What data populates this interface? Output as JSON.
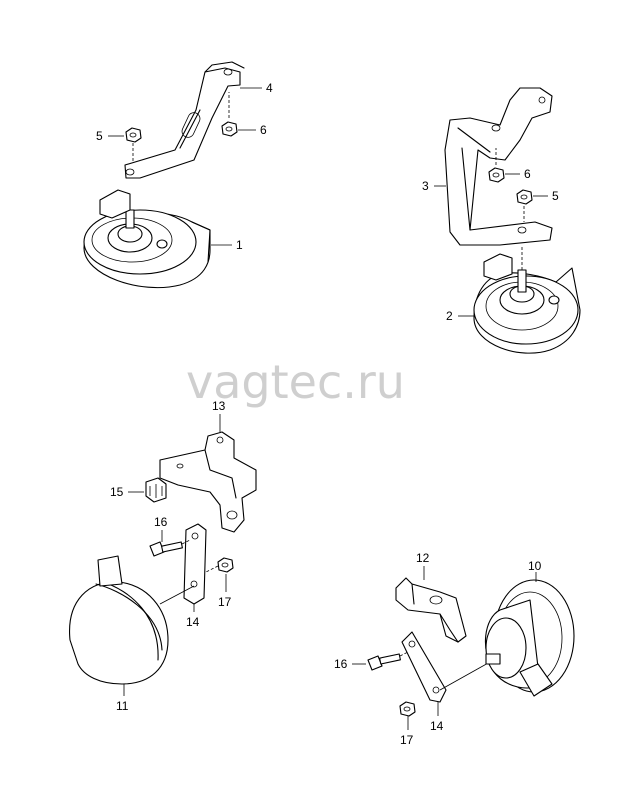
{
  "watermark": "vagtec.ru",
  "callouts": {
    "c1": "1",
    "c2": "2",
    "c3": "3",
    "c4": "4",
    "c5a": "5",
    "c6a": "6",
    "c6b": "6",
    "c5b": "5",
    "c13": "13",
    "c15": "15",
    "c16a": "16",
    "c17a": "17",
    "c14a": "14",
    "c11": "11",
    "c12": "12",
    "c10": "10",
    "c16b": "16",
    "c14b": "14",
    "c17b": "17"
  }
}
